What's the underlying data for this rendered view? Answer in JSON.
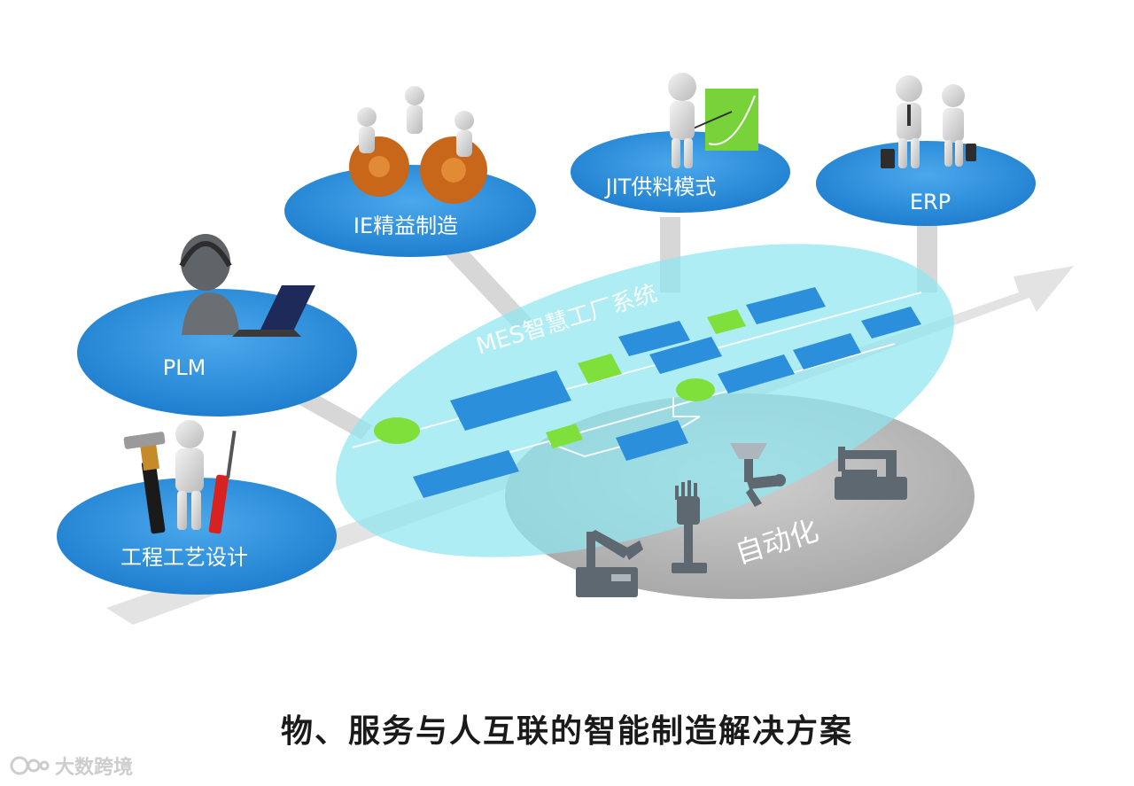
{
  "nodes": {
    "plm": "PLM",
    "ie": "IE精益制造",
    "jit": "JIT供料模式",
    "erp": "ERP",
    "engineering": "工程工艺设计",
    "mes": "MES智慧工厂系统",
    "automation": "自动化"
  },
  "caption": "物、服务与人互联的智能制造解决方案",
  "watermark": "大数跨境",
  "colors": {
    "node_blue": "#2b8fdc",
    "mes_cyan": "#8fe6ee",
    "block_blue": "#2b8fdc",
    "accent_green": "#7fe03c",
    "automation_gray": "#bdbdbd",
    "arrow_gray": "#d9d9d9"
  }
}
